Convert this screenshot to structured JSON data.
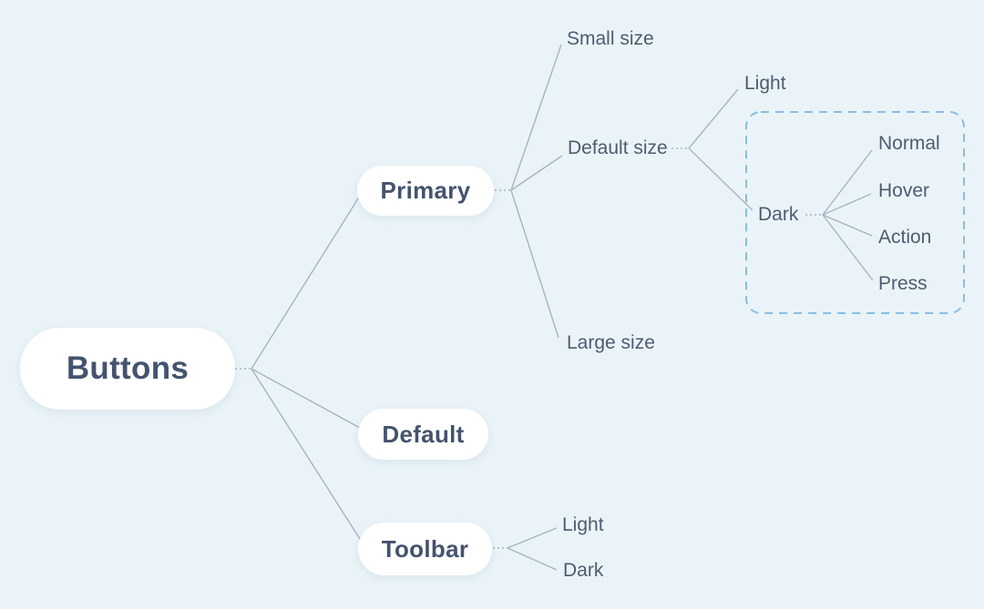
{
  "colors": {
    "bg": "#eaf4f8",
    "node-fill": "#ffffff",
    "text-strong": "#44536e",
    "text": "#4d5c73",
    "connector": "#a6b3c3",
    "group": "#8abde2"
  },
  "tree": {
    "root": {
      "label": "Buttons"
    },
    "branches": [
      {
        "label": "Primary",
        "children": [
          {
            "label": "Small size"
          },
          {
            "label": "Default size",
            "children": [
              {
                "label": "Light"
              },
              {
                "label": "Dark",
                "grouped": true,
                "children": [
                  {
                    "label": "Normal"
                  },
                  {
                    "label": "Hover"
                  },
                  {
                    "label": "Action"
                  },
                  {
                    "label": "Press"
                  }
                ]
              }
            ]
          },
          {
            "label": "Large size"
          }
        ]
      },
      {
        "label": "Default",
        "children": []
      },
      {
        "label": "Toolbar",
        "children": [
          {
            "label": "Light"
          },
          {
            "label": "Dark"
          }
        ]
      }
    ]
  }
}
